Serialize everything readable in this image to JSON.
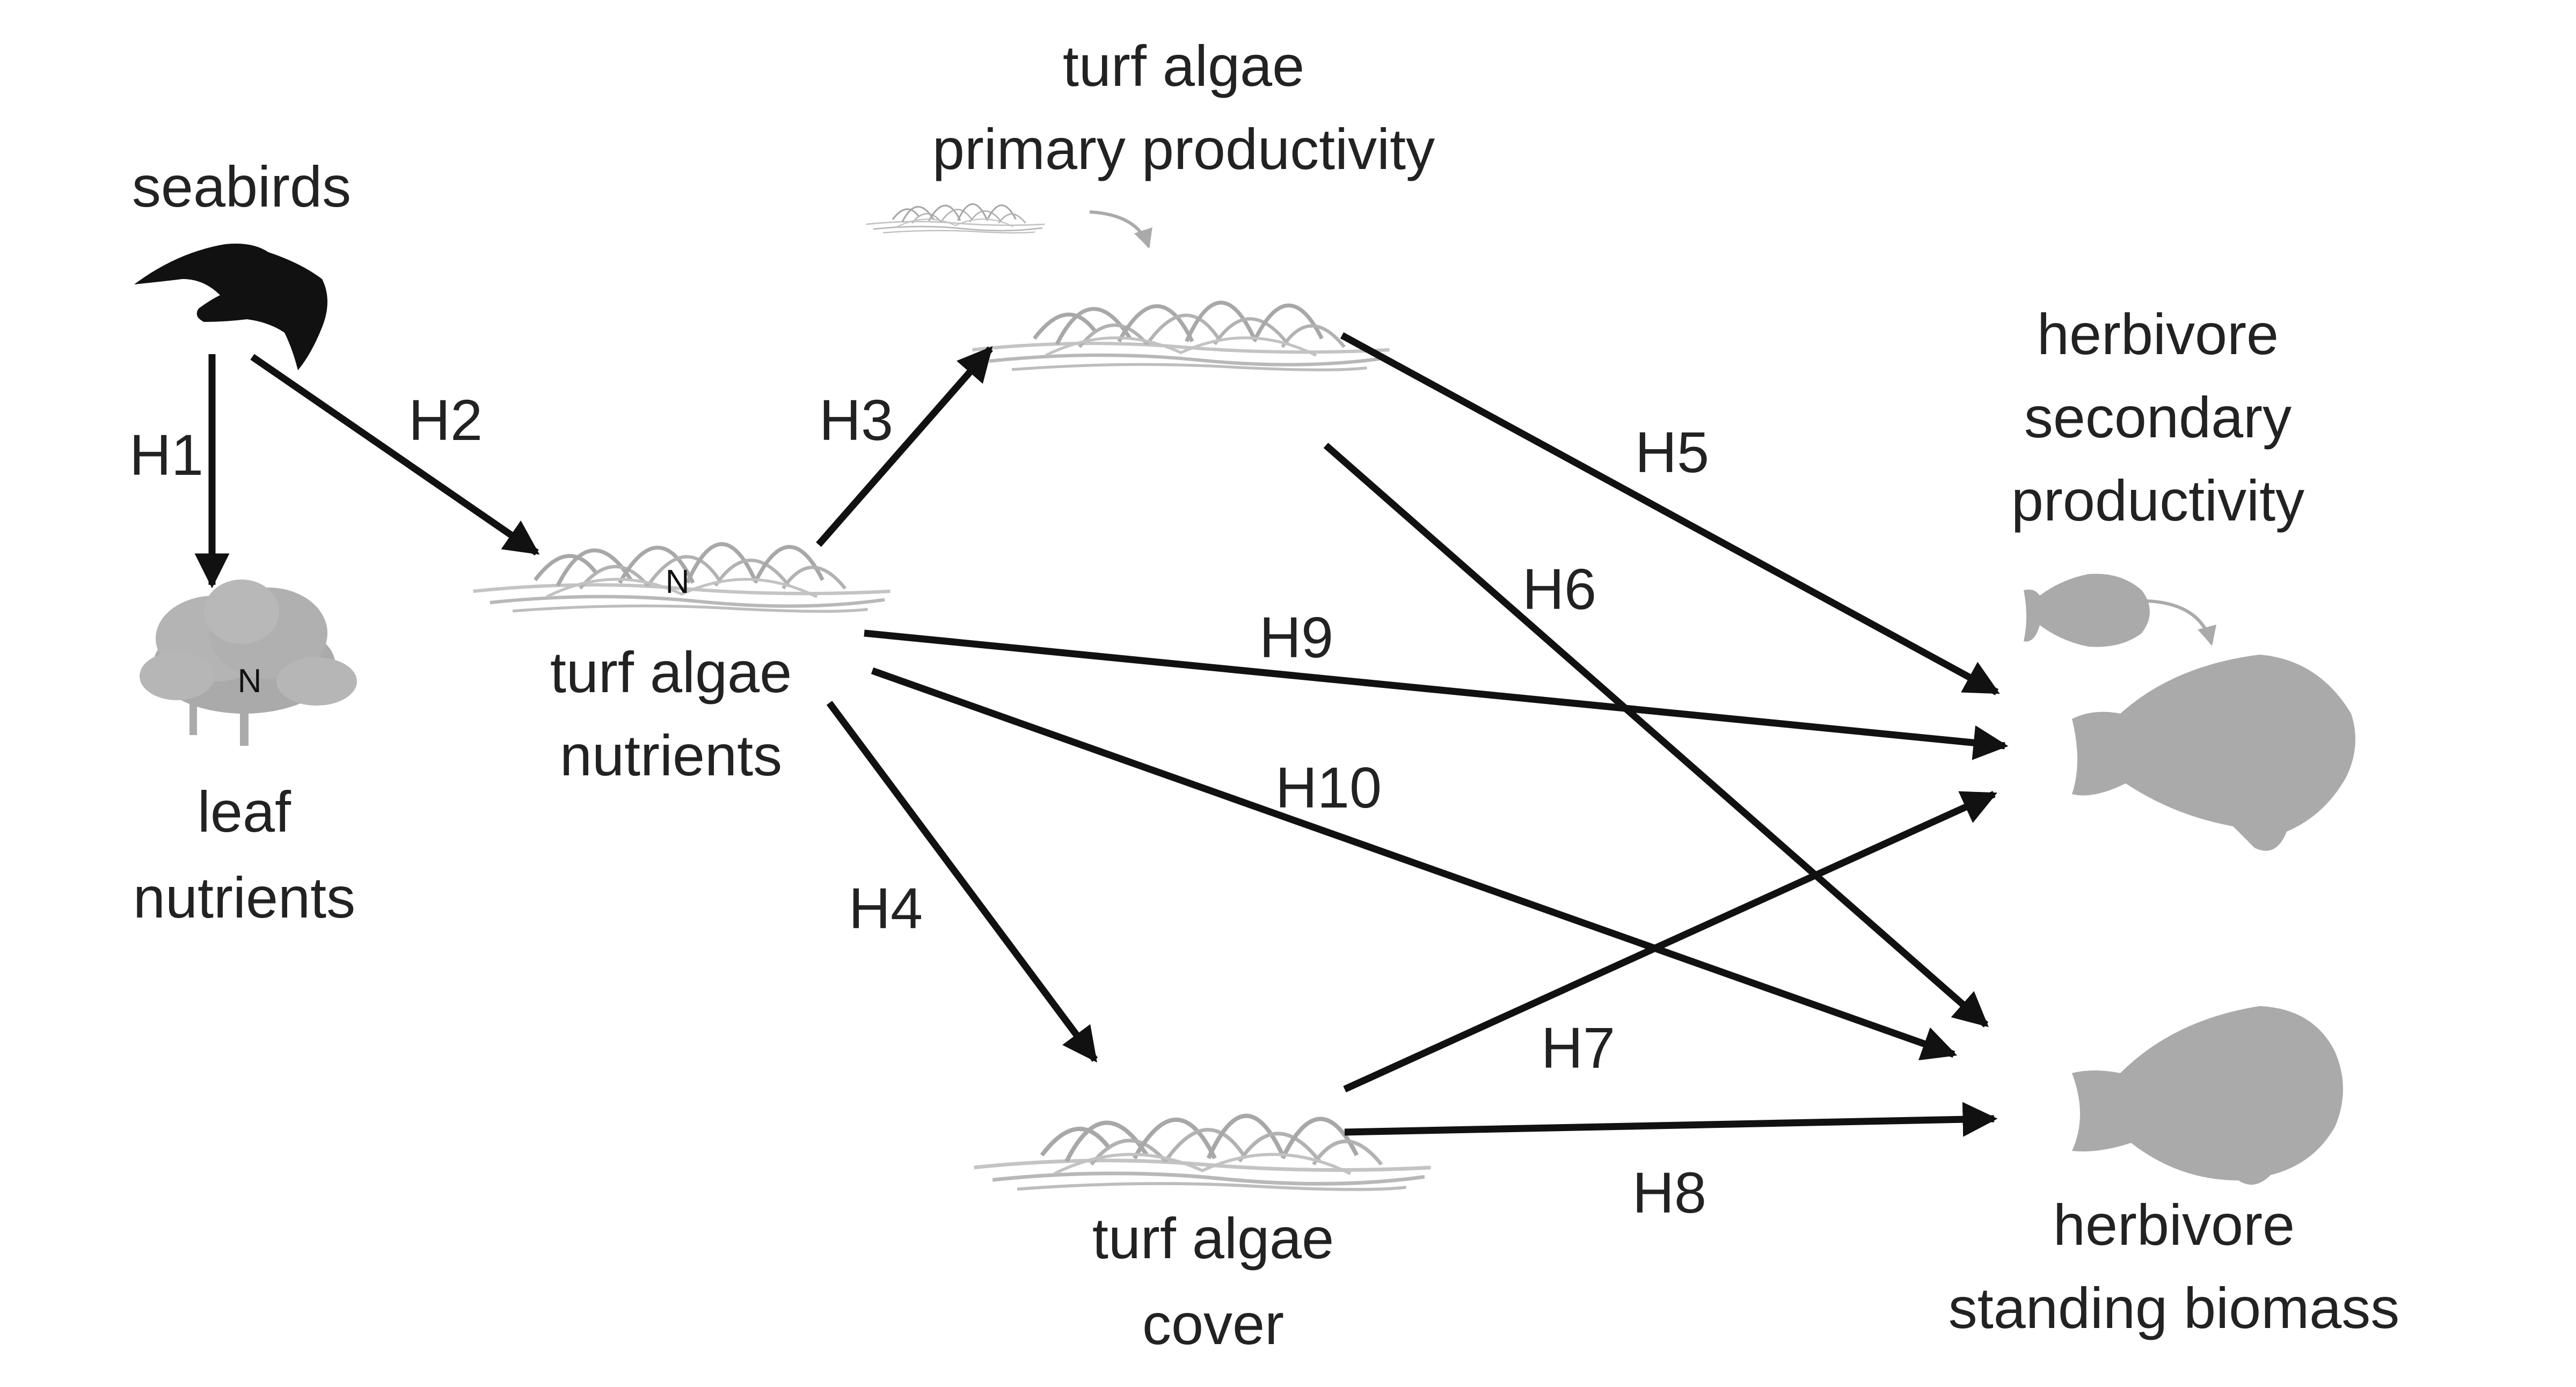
{
  "nodes": {
    "seabirds": {
      "lines": [
        "seabirds"
      ]
    },
    "leaf_nutrients": {
      "lines": [
        "leaf",
        "nutrients"
      ],
      "icon_letter": "N"
    },
    "turf_nutrients": {
      "lines": [
        "turf algae",
        "nutrients"
      ],
      "icon_letter": "N"
    },
    "turf_productivity": {
      "lines": [
        "turf algae",
        "primary productivity"
      ]
    },
    "turf_cover": {
      "lines": [
        "turf algae",
        "cover"
      ]
    },
    "herbivore_productivity": {
      "lines": [
        "herbivore",
        "secondary",
        "productivity"
      ]
    },
    "herbivore_biomass": {
      "lines": [
        "herbivore",
        "standing biomass"
      ]
    }
  },
  "edges": [
    {
      "id": "H1",
      "label": "H1",
      "from": "seabirds",
      "to": "leaf_nutrients"
    },
    {
      "id": "H2",
      "label": "H2",
      "from": "seabirds",
      "to": "turf_nutrients"
    },
    {
      "id": "H3",
      "label": "H3",
      "from": "turf_nutrients",
      "to": "turf_productivity"
    },
    {
      "id": "H4",
      "label": "H4",
      "from": "turf_nutrients",
      "to": "turf_cover"
    },
    {
      "id": "H5",
      "label": "H5",
      "from": "turf_productivity",
      "to": "herbivore_productivity"
    },
    {
      "id": "H6",
      "label": "H6",
      "from": "turf_productivity",
      "to": "herbivore_biomass"
    },
    {
      "id": "H7",
      "label": "H7",
      "from": "turf_cover",
      "to": "herbivore_productivity"
    },
    {
      "id": "H8",
      "label": "H8",
      "from": "turf_cover",
      "to": "herbivore_biomass"
    },
    {
      "id": "H9",
      "label": "H9",
      "from": "turf_nutrients",
      "to": "herbivore_productivity"
    },
    {
      "id": "H10",
      "label": "H10",
      "from": "turf_nutrients",
      "to": "herbivore_biomass"
    }
  ],
  "colors": {
    "arrow": "#111111",
    "icon_gray": "#aaaaaa",
    "bird": "#111111",
    "text": "#222222"
  }
}
